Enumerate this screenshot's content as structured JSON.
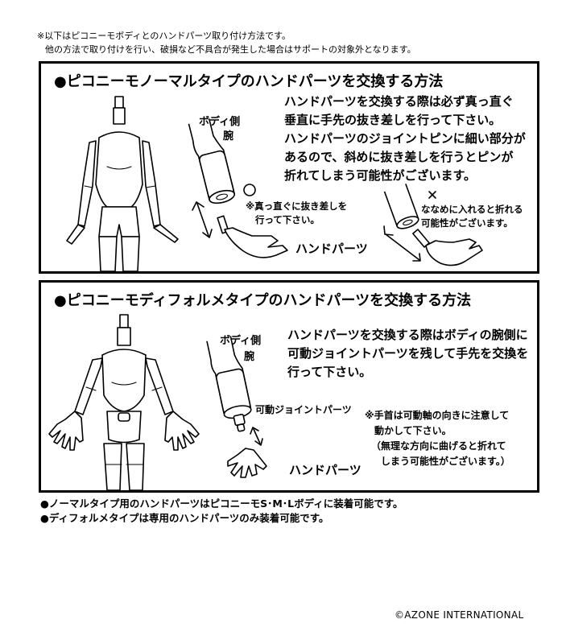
{
  "top_notes": [
    "※以下はピコニーモボディとのハンドパーツ取り付け方法です。",
    "他の方法で取り付けを行い、破損など不具合が発生した場合はサポートの対象外となります。"
  ],
  "section1": {
    "title": "●ピコニーモノーマルタイプのハンドパーツを交換する方法",
    "body_side_label": "ボディ側",
    "arm_label": "腕",
    "instructions": [
      "ハンドパーツを交換する際は必ず真っ直ぐ",
      "垂直に手先の抜き差しを行って下さい。",
      "ハンドパーツのジョイントピンに細い部分が",
      "あるので、斜めに抜き差しを行うとピンが",
      "折れてしまう可能性がございます。"
    ],
    "good_mark": "○",
    "good_note": [
      "※真っ直ぐに抜き差しを",
      "行って下さい。"
    ],
    "bad_mark": "×",
    "bad_note": [
      "ななめに入れると折れる",
      "可能性がございます。"
    ],
    "hand_parts_label": "ハンドパーツ"
  },
  "section2": {
    "title": "●ピコニーモディフォルメタイプのハンドパーツを交換する方法",
    "body_side_label": "ボディ側",
    "arm_label": "腕",
    "instructions": [
      "ハンドパーツを交換する際はボディの腕側に",
      "可動ジョイントパーツを残して手先を交換を",
      "行って下さい。"
    ],
    "joint_label": "可動ジョイントパーツ",
    "wrist_note": [
      "※手首は可動軸の向きに注意して",
      "動かして下さい。",
      "（無理な方向に曲げると折れて",
      "しまう可能性がございます。）"
    ],
    "hand_parts_label": "ハンドパーツ"
  },
  "footer_notes": [
    "●ノーマルタイプ用のハンドパーツはピコニーモS･M･Lボディに装着可能です。",
    "●ディフォルメタイプは専用のハンドパーツのみ装着可能です。"
  ],
  "copyright": "©AZONE INTERNATIONAL"
}
